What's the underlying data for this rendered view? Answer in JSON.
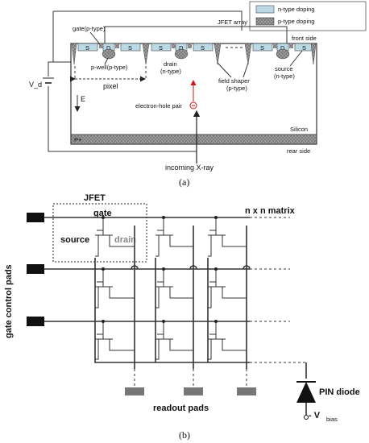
{
  "legend": {
    "n_type": "n-type doping",
    "p_type": "p-type doping",
    "n_color": "#bcd9e6",
    "p_color": "#8a8a8a"
  },
  "panel_a": {
    "jfet_array": "JFET array",
    "front_side": "front side",
    "rear_side": "rear side",
    "silicon": "Silicon",
    "gate_label": "gate(p-type)",
    "pwell_label": "p-well(p-type)",
    "pixel": "pixel",
    "drain_l1": "drain",
    "drain_l2": "(n-type)",
    "field_l1": "field shaper",
    "field_l2": "(p-type)",
    "source_l1": "source",
    "source_l2": "(n-type)",
    "vd": "V_d",
    "e_field": "E",
    "ehp": "electron-hole pair",
    "xray": "incoming X-ray",
    "pplus": "P+",
    "s": "S",
    "d": "D",
    "caption": "(a)"
  },
  "panel_b": {
    "jfet": "JFET",
    "gate": "gate",
    "source": "source",
    "drain": "drain",
    "matrix": "n x n matrix",
    "gate_pads": "gate control pads",
    "readout": "readout pads",
    "pin": "PIN diode",
    "vbias": "- V",
    "vbias_sub": "bias",
    "caption": "(b)"
  }
}
